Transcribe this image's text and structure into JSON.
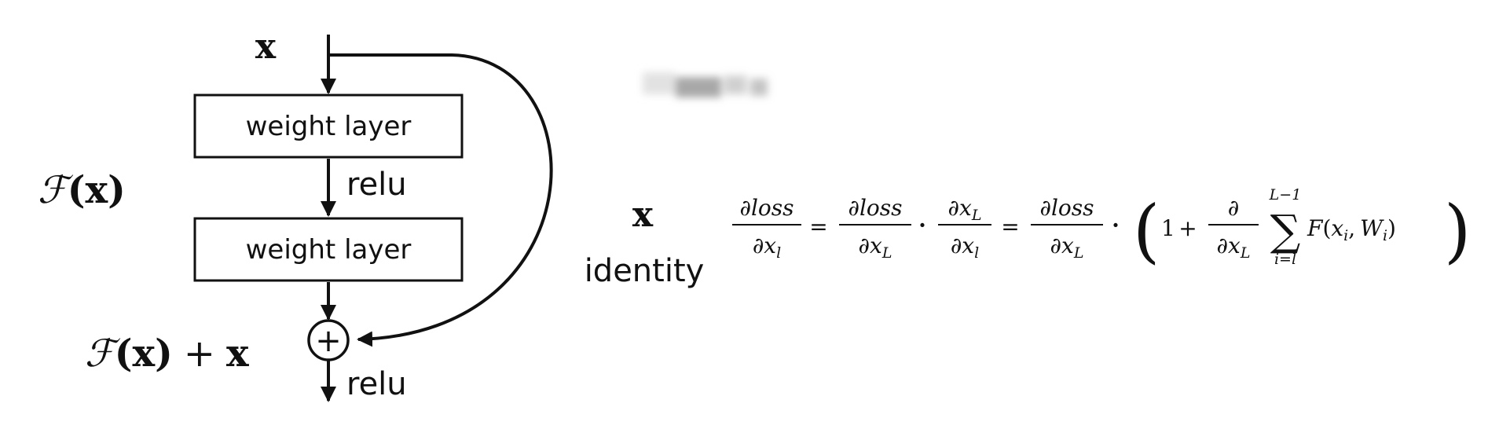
{
  "diagram": {
    "input_label": "x",
    "blocks": [
      {
        "label": "weight layer"
      },
      {
        "label": "weight layer"
      }
    ],
    "activation_label": "relu",
    "output_activation_label": "relu",
    "residual_label": {
      "script": "ℱ",
      "arg": "(x)"
    },
    "sum_label": {
      "script": "ℱ",
      "arg": "(x)",
      "plus": "+",
      "x": "x"
    },
    "adder_symbol": "+",
    "shortcut": {
      "var": "x",
      "label": "identity"
    }
  },
  "equation": {
    "frac1": {
      "num": "∂loss",
      "den_d": "∂x",
      "den_sub": "l"
    },
    "eq1": "=",
    "frac2": {
      "num": "∂loss",
      "den_d": "∂x",
      "den_sub": "L"
    },
    "dot1": "·",
    "frac3": {
      "num_d": "∂x",
      "num_sub": "L",
      "den_d": "∂x",
      "den_sub": "l"
    },
    "eq2": "=",
    "frac4": {
      "num": "∂loss",
      "den_d": "∂x",
      "den_sub": "L"
    },
    "dot2": "·",
    "lparen": "(",
    "one": "1",
    "plus": "+",
    "frac5": {
      "num": "∂",
      "den_d": "∂x",
      "den_sub": "L"
    },
    "sum": {
      "symbol": "∑",
      "upper": "L−1",
      "lower": "i=l"
    },
    "func": {
      "F": "F",
      "open": "(",
      "x": "x",
      "x_sub": "i",
      "comma": ",",
      "W": "W",
      "W_sub": "i",
      "close": ")"
    },
    "rparen": ")"
  }
}
